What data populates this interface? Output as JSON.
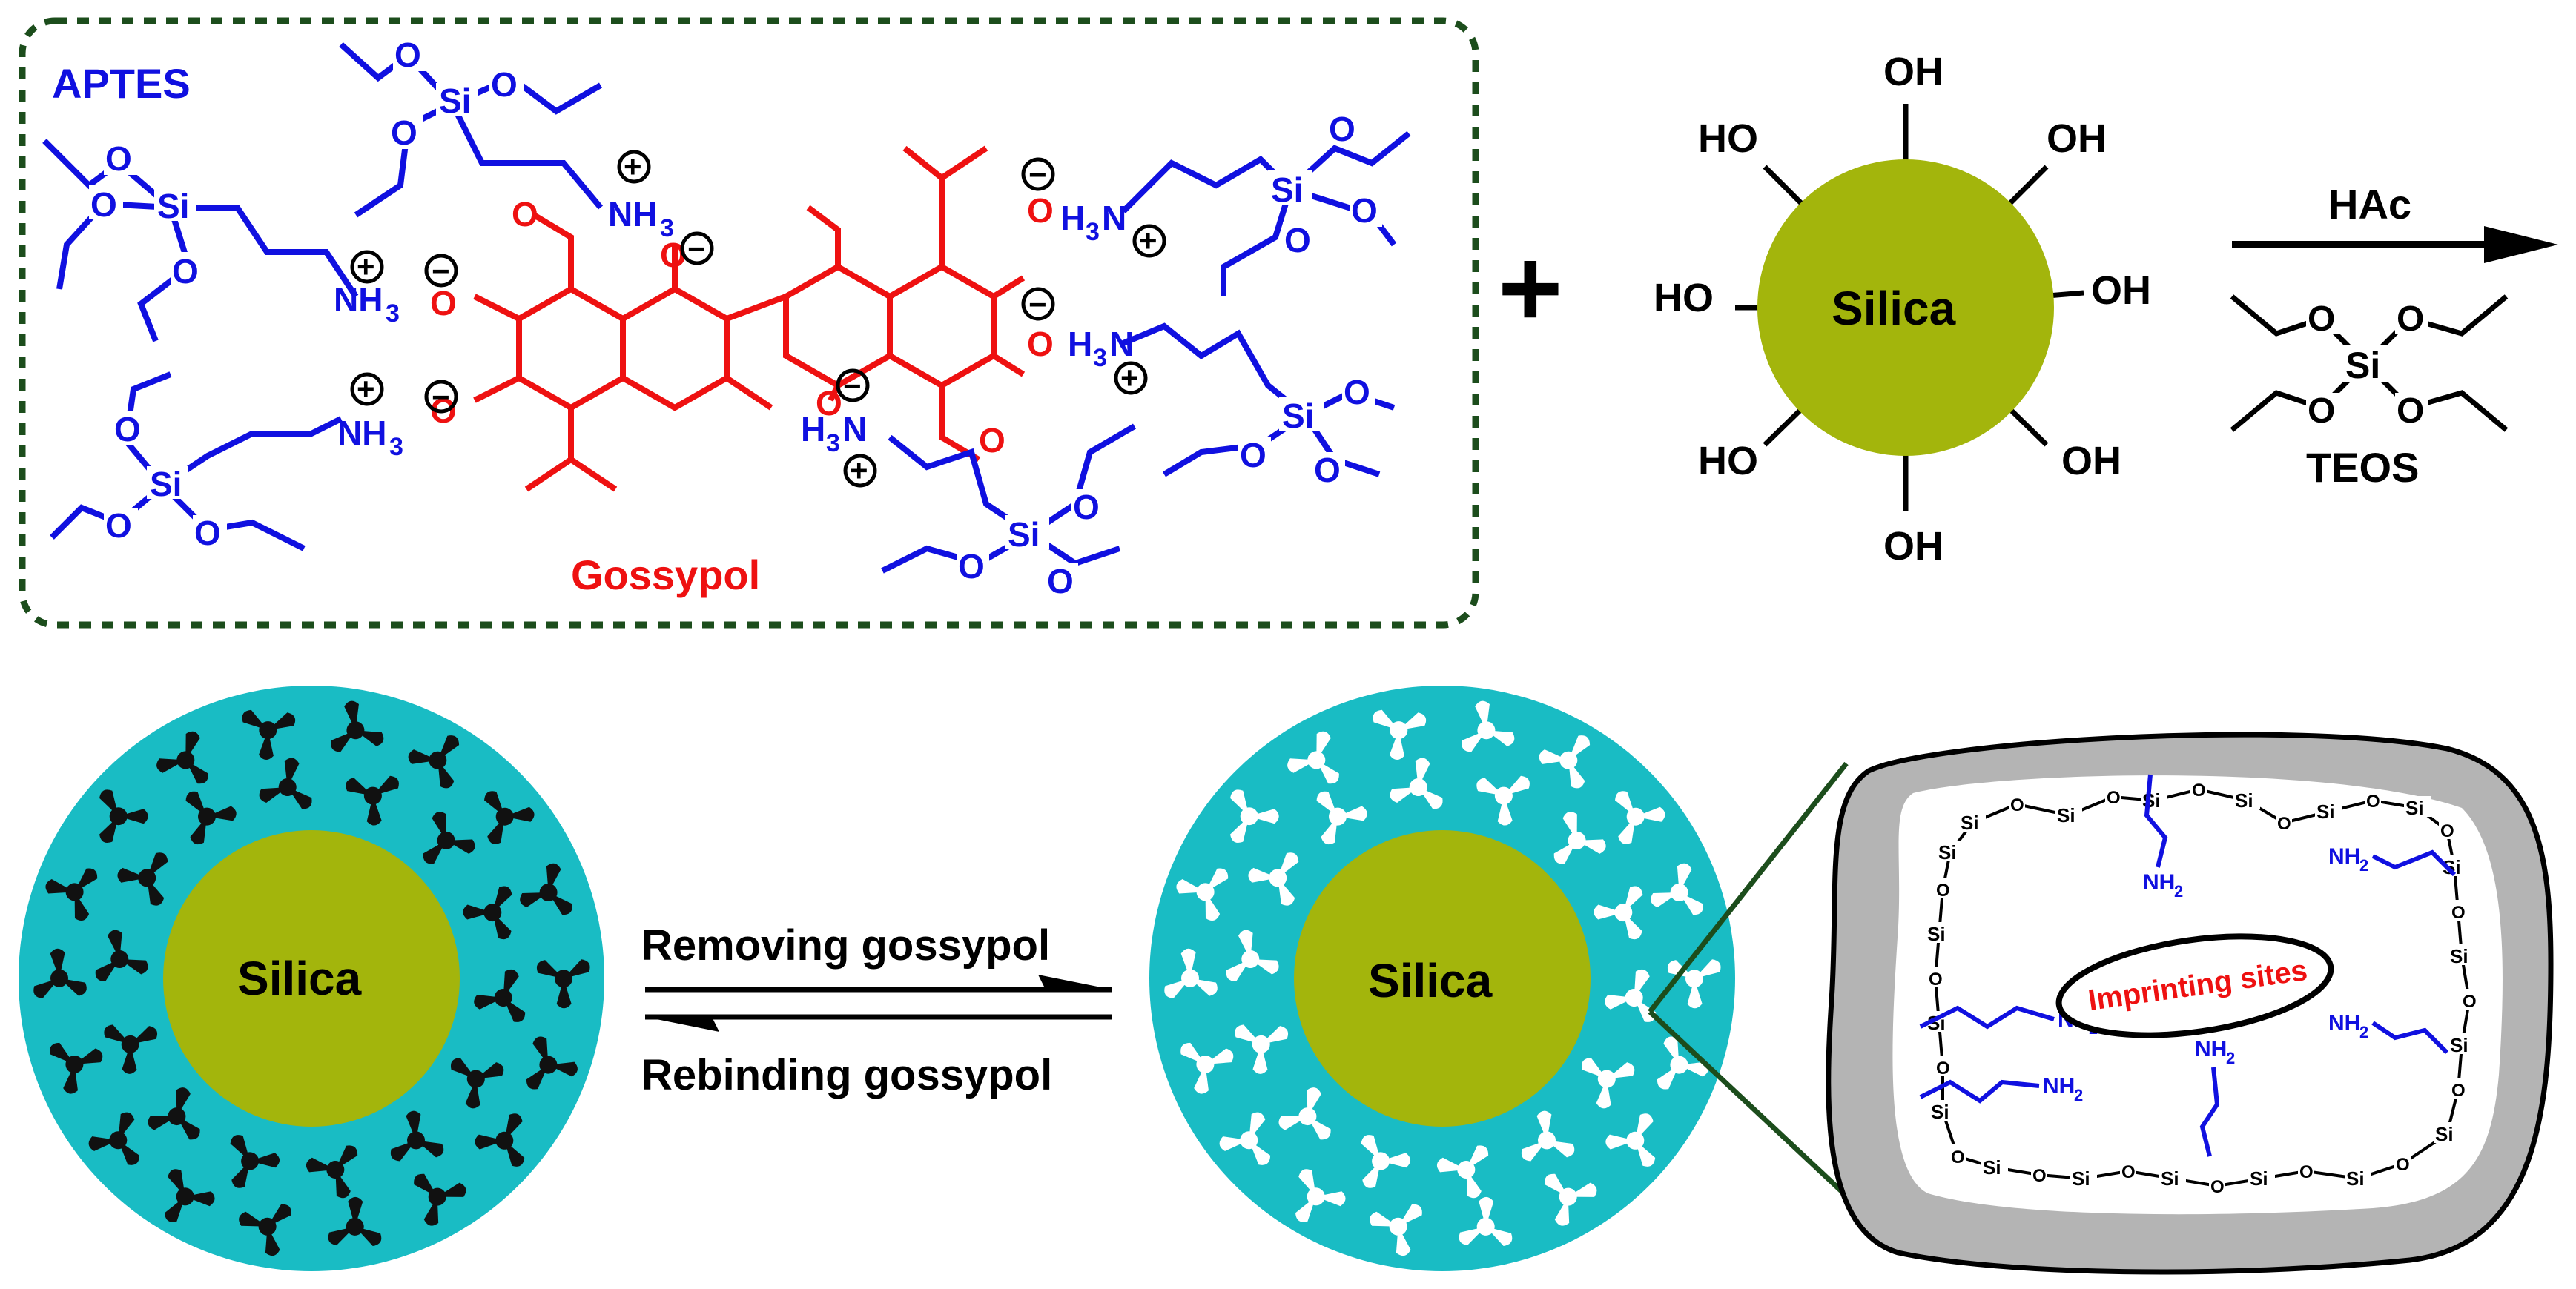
{
  "panel_top": {
    "aptes_label": "APTES",
    "gossypol_label": "Gossypol",
    "plus_sign": "+",
    "aldehyde_o": "O",
    "phenolate_o": "O",
    "minus_charge": "−",
    "plus_charge": "+",
    "nh3_label": "NH",
    "nh3_sub": "3",
    "h3n_label": "H",
    "h3n_sub": "3",
    "h3n_n": "N",
    "si_label": "Si",
    "o_label": "O"
  },
  "core": {
    "label": "Silica",
    "hydroxyl": "OH",
    "hydroxyl_left": "HO"
  },
  "reaction": {
    "catalyst": "HAc",
    "reagent": "TEOS"
  },
  "equilibrium": {
    "forward": "Removing gossypol",
    "reverse": "Rebinding gossypol"
  },
  "particle_left": {
    "label": "Silica"
  },
  "particle_right": {
    "label": "Silica"
  },
  "zoom": {
    "center_label": "Imprinting sites",
    "si": "Si",
    "o": "O",
    "nh2": "NH",
    "nh2_sub": "2"
  },
  "colors": {
    "blue": "#1010e0",
    "red": "#ee1111",
    "teal": "#19bcc4",
    "olive": "#a3b50c",
    "grey": "#b4b4b4",
    "dark_green": "#1c4d1c"
  }
}
